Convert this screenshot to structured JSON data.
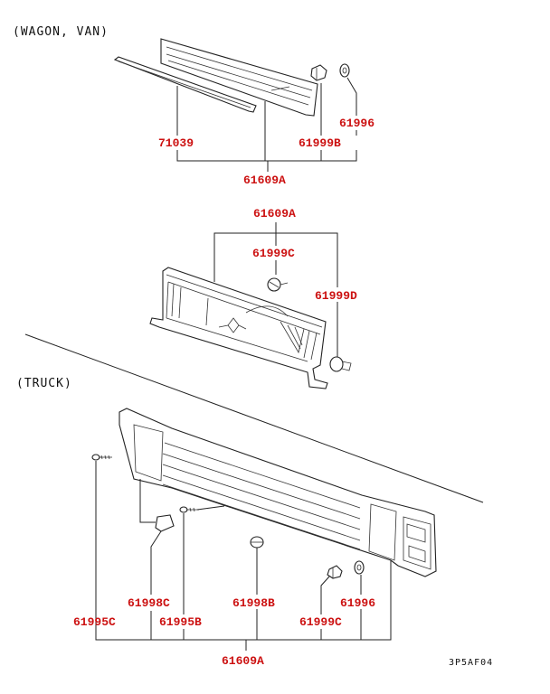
{
  "sections": {
    "wagon_van": "(WAGON, VAN)",
    "truck": "(TRUCK)"
  },
  "colors": {
    "label": "#cc1111",
    "line": "#222222"
  },
  "callouts": {
    "wagon": {
      "p71039": "71039",
      "p61999B": "61999B",
      "p61996": "61996",
      "p61609A": "61609A"
    },
    "grille_wv": {
      "p61609A": "61609A",
      "p61999C": "61999C",
      "p61999D": "61999D"
    },
    "truck": {
      "p61998C": "61998C",
      "p61998B": "61998B",
      "p61996": "61996",
      "p61995C": "61995C",
      "p61995B": "61995B",
      "p61999C": "61999C",
      "p61609A": "61609A"
    }
  },
  "diagram_code": "3P5AF04"
}
